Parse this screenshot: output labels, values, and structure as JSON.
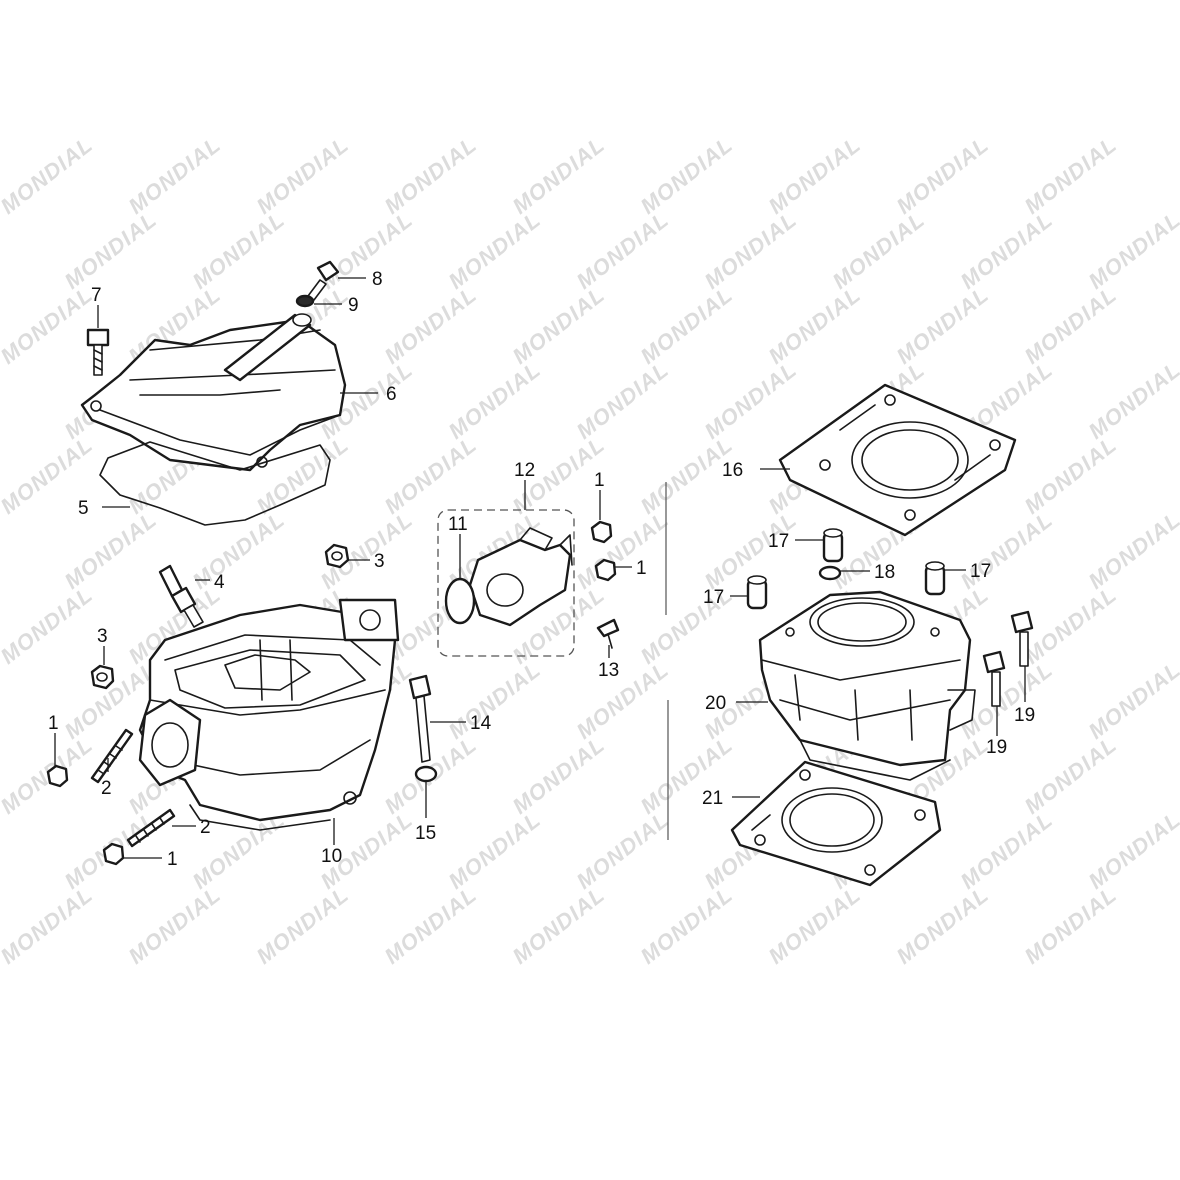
{
  "watermark": {
    "text": "MONDIAL"
  },
  "callouts": [
    "1",
    "1",
    "1",
    "1",
    "2",
    "2",
    "3",
    "3",
    "4",
    "5",
    "6",
    "7",
    "8",
    "9",
    "10",
    "11",
    "12",
    "13",
    "14",
    "15",
    "16",
    "17",
    "17",
    "17",
    "18",
    "19",
    "19",
    "20",
    "21"
  ],
  "labels": {
    "c1_a": "1",
    "c1_b": "1",
    "c1_c": "1",
    "c1_d": "1",
    "c2_a": "2",
    "c2_b": "2",
    "c3_a": "3",
    "c3_b": "3",
    "c4": "4",
    "c5": "5",
    "c6": "6",
    "c7": "7",
    "c8": "8",
    "c9": "9",
    "c10": "10",
    "c11": "11",
    "c12": "12",
    "c13": "13",
    "c14": "14",
    "c15": "15",
    "c16": "16",
    "c17_a": "17",
    "c17_b": "17",
    "c17_c": "17",
    "c18": "18",
    "c19_a": "19",
    "c19_b": "19",
    "c20": "20",
    "c21": "21"
  }
}
